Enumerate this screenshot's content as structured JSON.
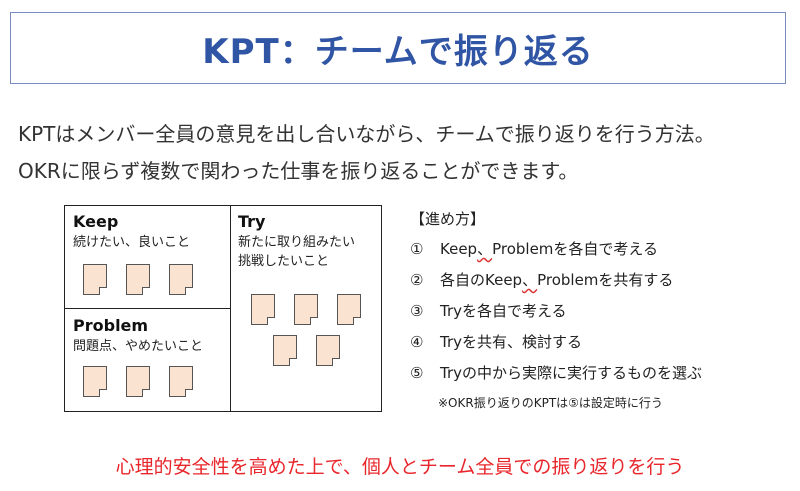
{
  "title": "KPT：チームで振り返る",
  "intro": {
    "line1": "KPTはメンバー全員の意見を出し合いながら、チームで振り返りを行う方法。",
    "line2": "OKRに限らず複数で関わった仕事を振り返ることができます。"
  },
  "board": {
    "keep": {
      "title": "Keep",
      "desc": "続けたい、良いこと"
    },
    "problem": {
      "title": "Problem",
      "desc": "問題点、やめたいこと"
    },
    "try": {
      "title": "Try",
      "desc_line1": "新たに取り組みたい",
      "desc_line2": "挑戦したいこと"
    },
    "note_color": "#fbe3d1"
  },
  "steps": {
    "heading": "【進め方】",
    "items": [
      {
        "num": "①",
        "pre": "Keep",
        "mark": "、",
        "post": "Problemを各自で考える"
      },
      {
        "num": "②",
        "pre": "各自のKeep",
        "mark": "、",
        "post": "Problemを共有する"
      },
      {
        "num": "③",
        "pre": "Tryを各自で考える",
        "mark": "",
        "post": ""
      },
      {
        "num": "④",
        "pre": "Tryを共有、検討する",
        "mark": "",
        "post": ""
      },
      {
        "num": "⑤",
        "pre": "Tryの中から実際に実行するものを選ぶ",
        "mark": "",
        "post": ""
      }
    ],
    "footnote": "※OKR振り返りのKPTは⑤は設定時に行う"
  },
  "bottom_message": "心理的安全性を高めた上で、個人とチーム全員での振り返りを行う",
  "colors": {
    "title": "#2f55a4",
    "accent_red": "#e8262b"
  }
}
